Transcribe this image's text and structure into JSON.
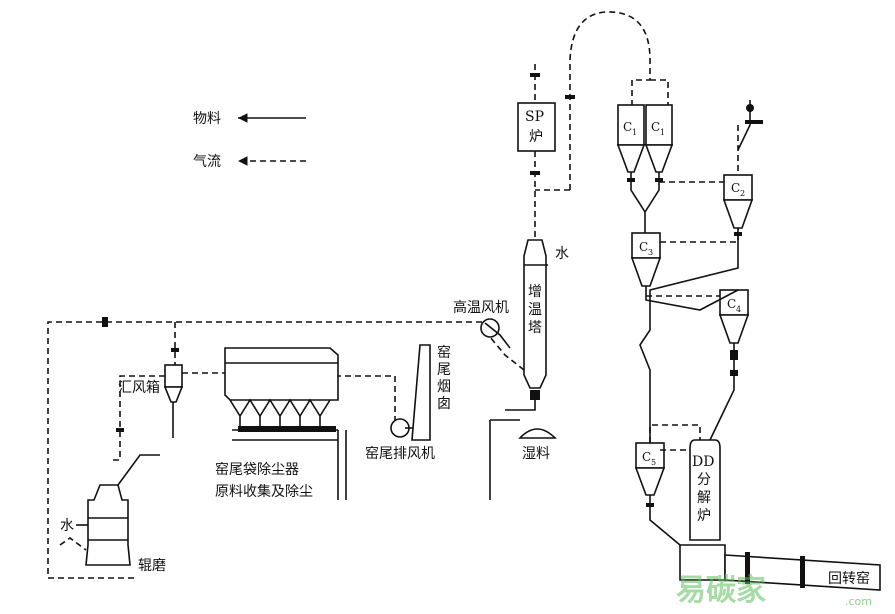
{
  "legend": {
    "material": "物料",
    "airflow": "气流"
  },
  "labels": {
    "sp_furnace_line1": "SP",
    "sp_furnace_line2": "炉",
    "c1_left": "C",
    "c1_left_sub": "1",
    "c1_right": "C",
    "c1_right_sub": "1",
    "c2": "C",
    "c2_sub": "2",
    "c3": "C",
    "c3_sub": "3",
    "c4": "C",
    "c4_sub": "4",
    "c5": "C",
    "c5_sub": "5",
    "water_top": "水",
    "humidifier_1": "增",
    "humidifier_2": "温",
    "humidifier_3": "塔",
    "high_temp_fan": "高温风机",
    "kiln_chimney_1": "窑",
    "kiln_chimney_2": "尾",
    "kiln_chimney_3": "烟",
    "kiln_chimney_4": "囱",
    "wet_material": "湿料",
    "kiln_exhaust_fan": "窑尾排风机",
    "wind_box": "汇风箱",
    "bag_filter_1": "窑尾袋除尘器",
    "bag_filter_2": "原料收集及除尘",
    "water_mill": "水",
    "roller_mill": "辊磨",
    "dd_1": "DD",
    "dd_2": "分",
    "dd_3": "解",
    "dd_4": "炉",
    "rotary_kiln": "回转窑"
  },
  "watermark": {
    "text": "易碳家",
    "sub": ".com"
  }
}
